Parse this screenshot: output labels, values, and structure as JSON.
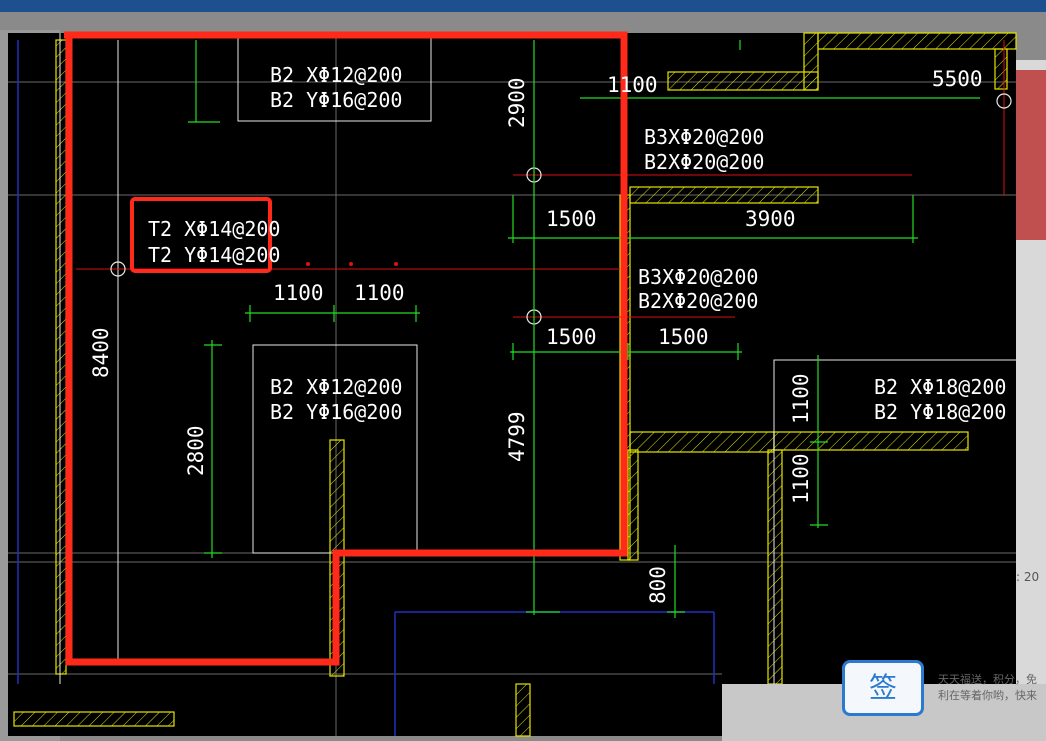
{
  "labels": {
    "top_slab_x": "B2 XΦ12@200",
    "top_slab_y": "B2 YΦ16@200",
    "t2_x": "T2 XΦ14@200",
    "t2_y": "T2 YΦ14@200",
    "b3_1": "B3XΦ20@200",
    "b2_1": "B2XΦ20@200",
    "b3_2": "B3XΦ20@200",
    "b2_2": "B2XΦ20@200",
    "mid_slab_x": "B2 XΦ12@200",
    "mid_slab_y": "B2 YΦ16@200",
    "right_slab_x": "B2 XΦ18@200",
    "right_slab_y": "B2 YΦ18@200"
  },
  "dimensions": {
    "d1100_top": "1100",
    "d5500": "5500",
    "d2900": "2900",
    "d1500_a": "1500",
    "d3900": "3900",
    "d1100_l": "1100",
    "d1100_r": "1100",
    "d8400": "8400",
    "d1500_b": "1500",
    "d1500_c": "1500",
    "d2800": "2800",
    "d4799": "4799",
    "d1100_v1": "1100",
    "d1100_v2": "1100",
    "d800": "800"
  },
  "background": {
    "sign_glyph": "签",
    "promo_line1": "天天福送，积分，免",
    "promo_line2": "利在等着你哟，快来",
    "date_stub": ": 20"
  },
  "colors": {
    "canvas": "#000000",
    "highlight": "#ff2a1a",
    "dimension": "#22dd22",
    "wall": "#e6e600",
    "axis": "#dd1111",
    "text": "#ffffff"
  }
}
